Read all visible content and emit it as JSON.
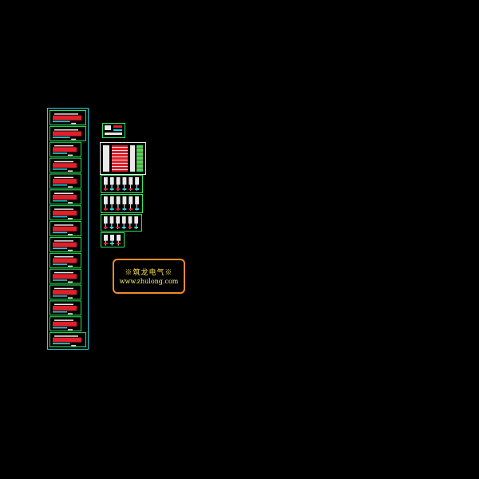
{
  "canvas": {
    "background": "#000000",
    "colors": {
      "outline": "#1fd6e6",
      "sheet_border": "#2fe85a",
      "fill_red": "#e0202a",
      "fill_white": "#e9e9e9",
      "stamp_border": "#f08a2a",
      "stamp_text": "#ffe04a"
    }
  },
  "stamp": {
    "title": "※筑龙电气※",
    "url": "www.zhulong.com"
  },
  "floor_plan_column": {
    "sheet_count": 15
  },
  "detail_sheets": {
    "small_sheet_count": 1,
    "diagram_sheet_count": 1,
    "panel_sheet_count": 4
  }
}
